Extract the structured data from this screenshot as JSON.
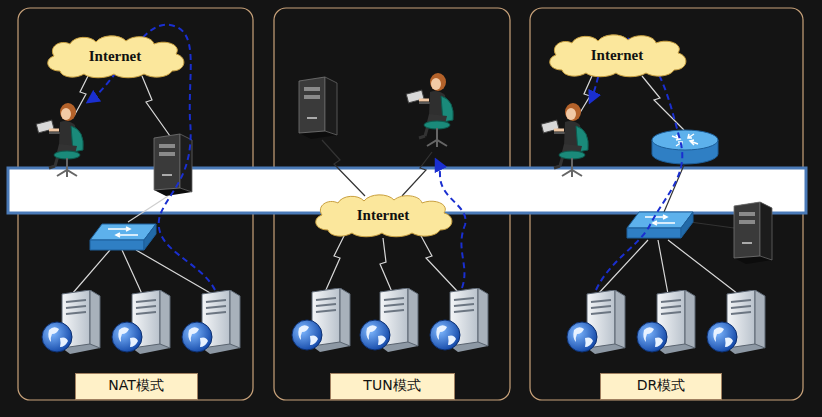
{
  "diagram": {
    "nodes": [
      {
        "text": [
          "Internet"
        ]
      },
      {
        "text": [
          "Internet"
        ]
      },
      {
        "text": [
          "Internet"
        ]
      },
      {
        "text": [
          "NAT模式"
        ]
      },
      {
        "text": [
          "TUN模式"
        ]
      },
      {
        "text": [
          "DR模式"
        ]
      }
    ]
  }
}
